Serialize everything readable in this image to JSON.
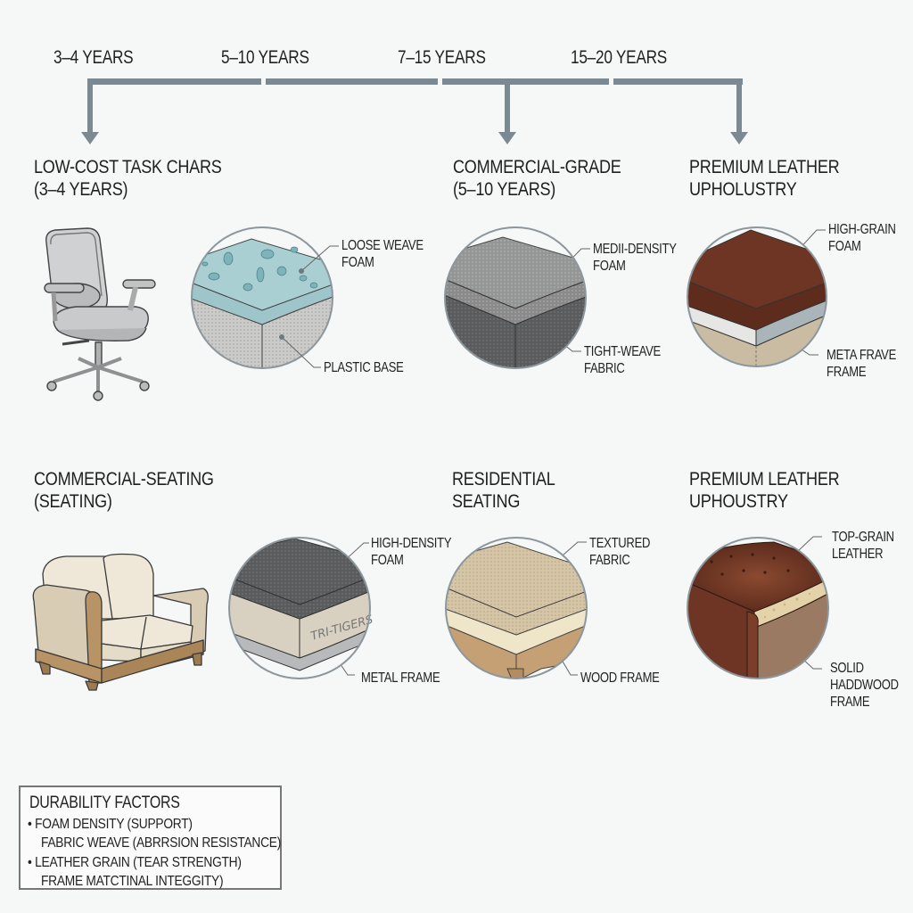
{
  "timeline": {
    "labels": [
      "3–4 YEARS",
      "5–10 YEARS",
      "7–15 YEARS",
      "15–20 YEARS"
    ],
    "line_color": "#7b8a92"
  },
  "sections": [
    {
      "title_line1": "LOW-COST TASK CHARS",
      "title_line2": "(3–4 YEARS)",
      "product": "office-chair",
      "callouts": [
        "LOOSE WEAVE",
        "FOAM",
        "PLASTIC BASE"
      ]
    },
    {
      "title_line1": "COMMERCIAL-GRADE",
      "title_line2": "(5–10 YEARS)",
      "callouts": [
        "MEDII-DENSITY",
        "FOAM",
        "TIGHT-WEAVE",
        "FABRIC"
      ]
    },
    {
      "title_line1": "PREMIUM LEATHER",
      "title_line2": "UPHOLUSTRY",
      "callouts": [
        "HIGH-GRAIN",
        "FOAM",
        "META FRAVE",
        "FRAME"
      ]
    },
    {
      "title_line1": "COMMERCIAL-SEATING",
      "title_line2": "(SEATING)",
      "product": "loveseat-sofa",
      "callouts": [
        "HIGH-DENSITY",
        "FOAM",
        "METAL FRAME"
      ],
      "stamp": "TRI-TIGERS"
    },
    {
      "title_line1": "RESIDENTIAL",
      "title_line2": "SEATING",
      "callouts": [
        "TEXTURED",
        "FABRIC",
        "WOOD FRAME"
      ]
    },
    {
      "title_line1": "PREMIUM LEATHER",
      "title_line2": "UPHOUSTRY",
      "callouts": [
        "TOP-GRAIN",
        "LEATHER",
        "SOLID",
        "HADDWOOD",
        "FRAME"
      ]
    }
  ],
  "legend": {
    "title": "DURABILITY FACTORS",
    "lines": [
      "•  FOAM DENSITY (SUPPORT)",
      "FABRIC WEAVE (ABRRSION RESISTANCE)",
      "•  LEATHER GRAIN (TEAR STRENGTH)",
      "FRAME MATCTINAL INTEGGITY)"
    ]
  },
  "colors": {
    "timeline": "#7b8a92",
    "circle_border": "#8c979d",
    "foam_blue": "#a9cfd3",
    "mesh_gray": "#c9c9c7",
    "dark_foam": "#5d5e60",
    "leather_brown": "#6e3524",
    "tan_fabric": "#d8c8ac",
    "wood": "#b89366",
    "cream": "#efe8d8"
  }
}
